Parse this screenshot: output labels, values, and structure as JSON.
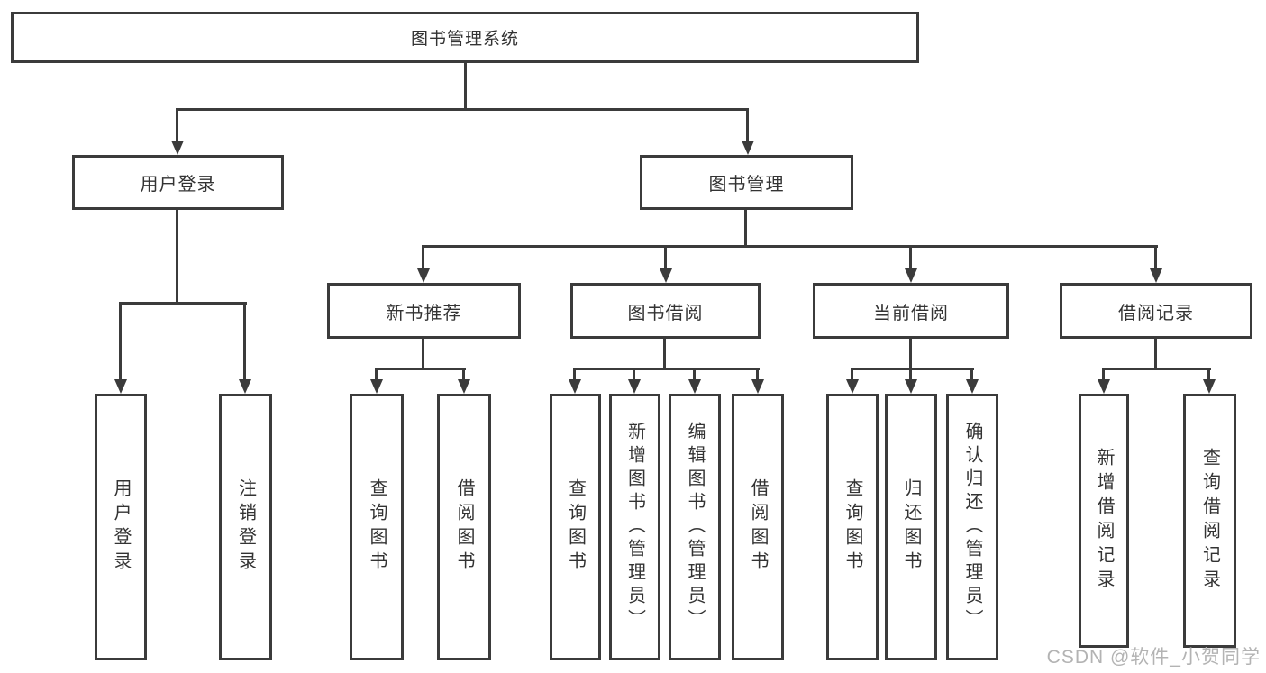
{
  "diagram": {
    "colors": {
      "line": "#3b3b3b",
      "text": "#333333",
      "watermark_color": "#b3b3b3",
      "background": "#ffffff"
    },
    "root": {
      "label": "图书管理系统"
    },
    "level2": {
      "user_login": {
        "label": "用户登录"
      },
      "book_mgmt": {
        "label": "图书管理"
      }
    },
    "level3": {
      "new_book_rec": {
        "label": "新书推荐"
      },
      "book_borrow": {
        "label": "图书借阅"
      },
      "current_borrow": {
        "label": "当前借阅"
      },
      "borrow_records": {
        "label": "借阅记录"
      }
    },
    "leaves": {
      "user_login_leaf": {
        "label": "用户登录"
      },
      "logout": {
        "label": "注销登录"
      },
      "newbook_query": {
        "label": "查询图书"
      },
      "newbook_borrow": {
        "label": "借阅图书"
      },
      "borrow_query": {
        "label": "查询图书"
      },
      "borrow_add": {
        "label": "新增图书（管理员）"
      },
      "borrow_edit": {
        "label": "编辑图书（管理员）"
      },
      "borrow_borrow": {
        "label": "借阅图书"
      },
      "current_query": {
        "label": "查询图书"
      },
      "current_return": {
        "label": "归还图书"
      },
      "current_confirm": {
        "label": "确认归还（管理员）"
      },
      "records_add": {
        "label": "新增借阅记录"
      },
      "records_query": {
        "label": "查询借阅记录"
      }
    },
    "watermark": "CSDN @软件_小贺同学"
  }
}
